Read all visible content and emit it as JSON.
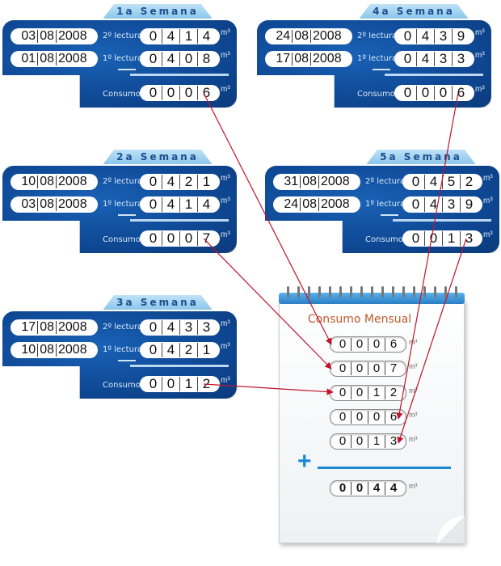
{
  "weeks": [
    {
      "id": "w1",
      "tab": "1a Semana",
      "date2": [
        "03",
        "08",
        "2008"
      ],
      "date1": [
        "01",
        "08",
        "2008"
      ],
      "label2": "2º lectura",
      "label1": "1º lectura",
      "reading2": [
        "0",
        "4",
        "1",
        "4"
      ],
      "reading1": [
        "0",
        "4",
        "0",
        "8"
      ],
      "consumo_label": "Consumo",
      "consumo": [
        "0",
        "0",
        "0",
        "6"
      ],
      "unit": "m³"
    },
    {
      "id": "w2",
      "tab": "2a Semana",
      "date2": [
        "10",
        "08",
        "2008"
      ],
      "date1": [
        "03",
        "08",
        "2008"
      ],
      "label2": "2º lectura",
      "label1": "1º lectura",
      "reading2": [
        "0",
        "4",
        "2",
        "1"
      ],
      "reading1": [
        "0",
        "4",
        "1",
        "4"
      ],
      "consumo_label": "Consumo",
      "consumo": [
        "0",
        "0",
        "0",
        "7"
      ],
      "unit": "m³"
    },
    {
      "id": "w3",
      "tab": "3a Semana",
      "date2": [
        "17",
        "08",
        "2008"
      ],
      "date1": [
        "10",
        "08",
        "2008"
      ],
      "label2": "2º lectura",
      "label1": "1º lectura",
      "reading2": [
        "0",
        "4",
        "3",
        "3"
      ],
      "reading1": [
        "0",
        "4",
        "2",
        "1"
      ],
      "consumo_label": "Consumo",
      "consumo": [
        "0",
        "0",
        "1",
        "2"
      ],
      "unit": "m³"
    },
    {
      "id": "w4",
      "tab": "4a Semana",
      "date2": [
        "24",
        "08",
        "2008"
      ],
      "date1": [
        "17",
        "08",
        "2008"
      ],
      "label2": "2º lectura",
      "label1": "1º lectura",
      "reading2": [
        "0",
        "4",
        "3",
        "9"
      ],
      "reading1": [
        "0",
        "4",
        "3",
        "3"
      ],
      "consumo_label": "Consumo",
      "consumo": [
        "0",
        "0",
        "0",
        "6"
      ],
      "unit": "m³"
    },
    {
      "id": "w5",
      "tab": "5a Semana",
      "date2": [
        "31",
        "08",
        "2008"
      ],
      "date1": [
        "24",
        "08",
        "2008"
      ],
      "label2": "2º lectura",
      "label1": "1º lectura",
      "reading2": [
        "0",
        "4",
        "5",
        "2"
      ],
      "reading1": [
        "0",
        "4",
        "3",
        "9"
      ],
      "consumo_label": "Consumo",
      "consumo": [
        "0",
        "0",
        "1",
        "3"
      ],
      "unit": "m³"
    }
  ],
  "monthly": {
    "title": "Consumo Mensual",
    "entries": [
      [
        "0",
        "0",
        "0",
        "6"
      ],
      [
        "0",
        "0",
        "0",
        "7"
      ],
      [
        "0",
        "0",
        "1",
        "2"
      ],
      [
        "0",
        "0",
        "0",
        "6"
      ],
      [
        "0",
        "0",
        "1",
        "3"
      ]
    ],
    "plus_sign": "+",
    "total": [
      "0",
      "0",
      "4",
      "4"
    ],
    "unit": "m³"
  },
  "colors": {
    "card": "#0f4a97",
    "tab": "#a8d6f2",
    "arrow": "#c0142c",
    "accent": "#1a8ad6",
    "title": "#c15a2d"
  }
}
